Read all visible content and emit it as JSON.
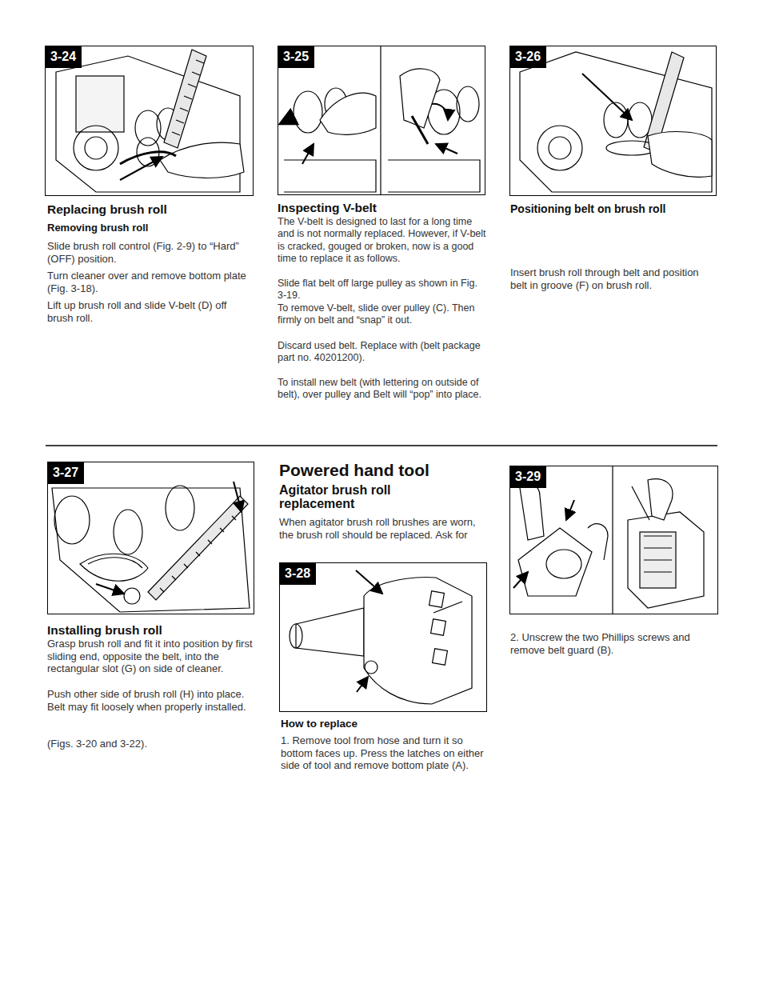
{
  "diagram": {
    "nodes": [
      {
        "text": [
          "3-24"
        ]
      },
      {
        "text": [
          "3-25"
        ]
      },
      {
        "text": [
          "3-26"
        ]
      },
      {
        "text": [
          "3-27"
        ]
      },
      {
        "text": [
          "3-28"
        ]
      },
      {
        "text": [
          "3-29"
        ]
      }
    ],
    "labels": [
      "Replacing brush roll",
      "Removing brush roll",
      "Slide brush roll control (Fig. 2-9) to “Hard” (OFF) position.",
      "Turn cleaner over and remove bottom plate (Fig. 3-18).",
      "Lift up brush roll and slide V-belt (D) off brush roll.",
      "Inspecting V-belt",
      "The V-belt is designed to last for a long time and is not normally replaced. However, if V-belt is cracked, gouged or broken, now is a good time to replace it as follows.",
      "Slide flat belt off large pulley as shown in Fig. 3-19.",
      "To remove V-belt, slide over pulley (C). Then firmly on belt and “snap” it out.",
      "Discard used belt. Replace with (belt package part no. 40201200).",
      "To install new belt (with lettering on outside of belt), over pulley and Belt will “pop” into place.",
      "Positioning belt on brush roll",
      "Insert brush roll through belt and position belt in groove (F) on brush roll.",
      "Installing brush roll",
      "Grasp brush roll and fit it into position by first sliding end, opposite the belt, into the rectangular slot (G) on side of cleaner.",
      "Push other side of brush roll (H) into place. Belt may fit loosely when properly installed.",
      "(Figs. 3-20 and 3-22).",
      "Powered hand tool",
      "Agitator brush roll replacement",
      "When agitator brush roll brushes are worn, the brush roll should be replaced. Ask for",
      "How to replace",
      "1. Remove tool from hose and turn it so bottom faces up. Press the latches on either side of tool and remove bottom plate (A).",
      "2. Unscrew the two Phillips screws and remove belt guard (B)."
    ]
  }
}
